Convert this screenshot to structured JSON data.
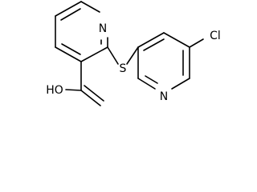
{
  "atoms": {
    "n_ring1": "N",
    "s_bridge": "S",
    "n_ring2": "N",
    "chlorine": "Cl",
    "hydroxyl": "HO"
  }
}
